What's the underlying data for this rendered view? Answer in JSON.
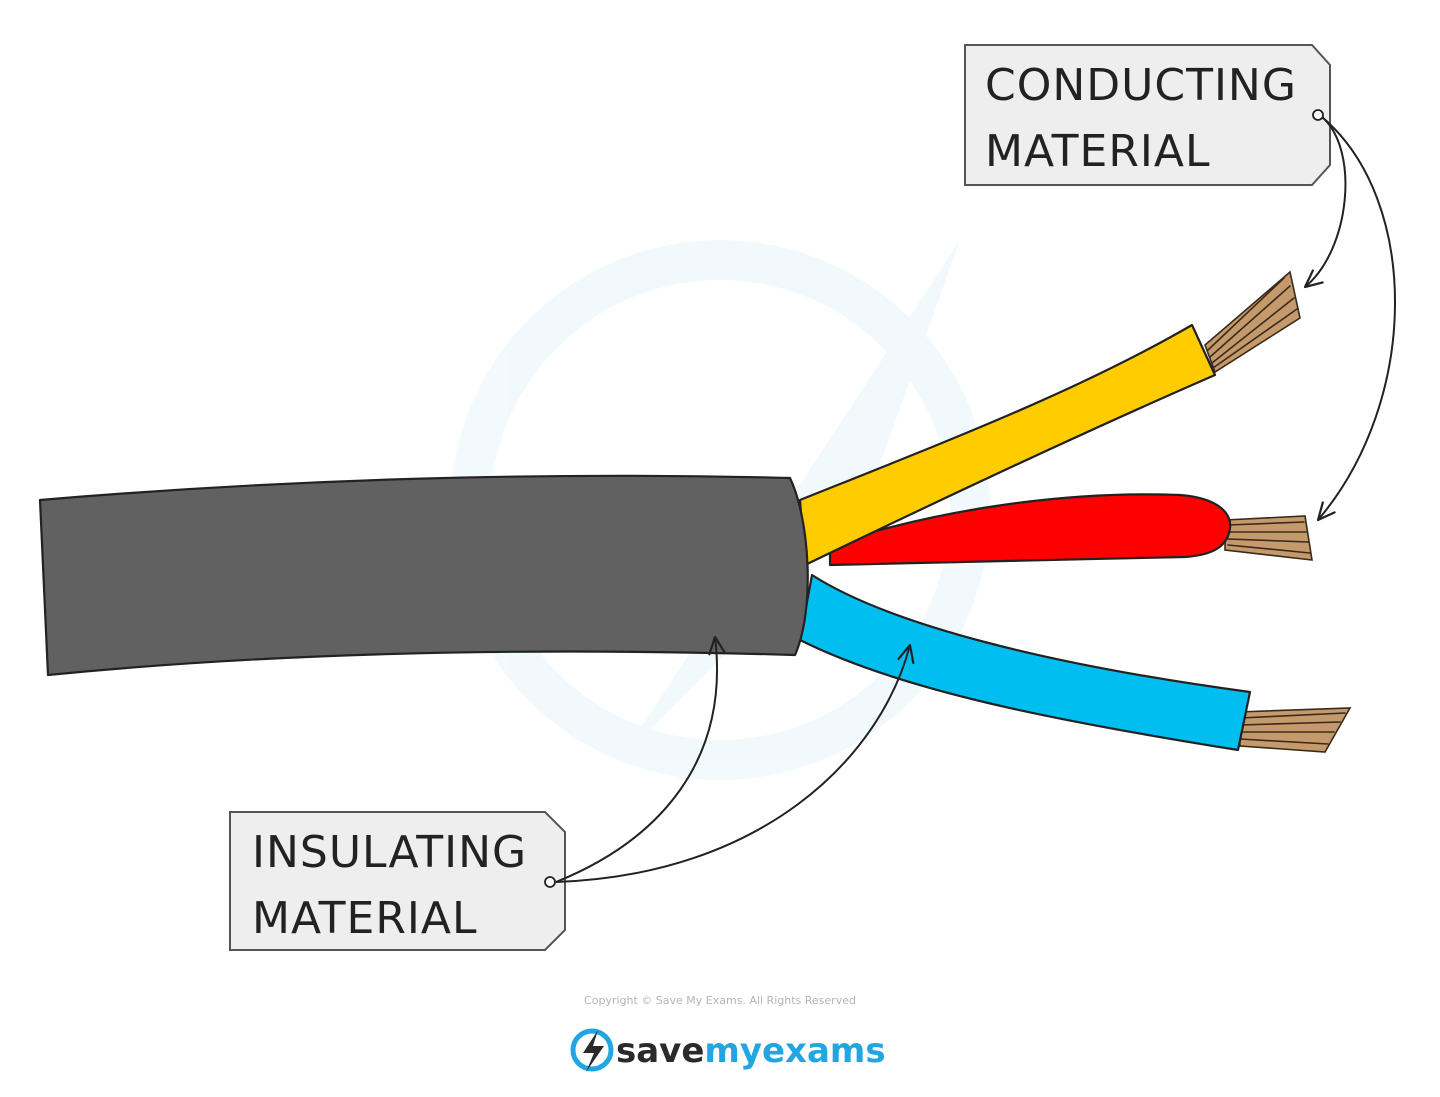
{
  "labels": {
    "conducting": {
      "line1": "CONDUCTING",
      "line2": "MATERIAL"
    },
    "insulating": {
      "line1": "INSULATING",
      "line2": "MATERIAL"
    }
  },
  "footer": {
    "copyright": "Copyright © Save My Exams. All Rights Reserved",
    "brand_save": "save",
    "brand_my_exams": "myexams"
  },
  "colors": {
    "outer_sheath": "#616161",
    "wire_yellow": "#ffcc00",
    "wire_red": "#ff0000",
    "wire_blue": "#00bff0",
    "copper": "#c49a6c",
    "tag_fill": "#eeeeee",
    "outline": "#222222",
    "brand_blue": "#22a5e0"
  }
}
